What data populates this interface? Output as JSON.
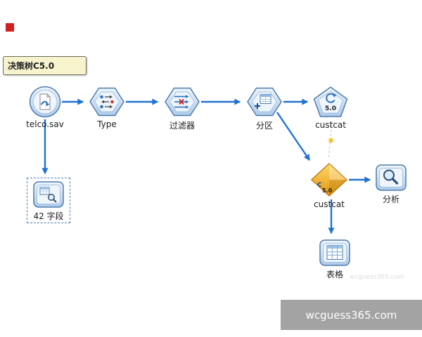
{
  "note": {
    "text": "决策树C5.0"
  },
  "nodes": {
    "telco": {
      "label": "telco.sav"
    },
    "type": {
      "label": "Type"
    },
    "filter": {
      "label": "过滤器"
    },
    "partition": {
      "label": "分区"
    },
    "model": {
      "label": "custcat",
      "badge": "5.0"
    },
    "fields": {
      "label": "42 字段"
    },
    "nugget": {
      "label": "custcat",
      "badge": "5.0",
      "algo_letter": "C"
    },
    "analysis": {
      "label": "分析"
    },
    "table": {
      "label": "表格"
    }
  },
  "icons": {
    "refresh_star": "✱"
  },
  "watermark": {
    "text": "wcguess365.com"
  },
  "badge": {
    "text": "wcguess365.com"
  },
  "colors": {
    "arrow": "#2172d4",
    "node_border": "#4f7cae",
    "nugget_gold": "#eead25",
    "note_bg": "#f6f3cd",
    "badge_bg": "#a3a3a3",
    "marker_red": "#d21f1f"
  }
}
